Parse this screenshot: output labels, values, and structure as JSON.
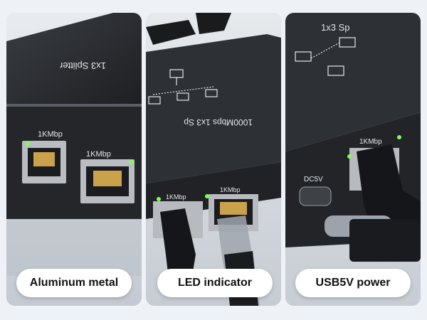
{
  "panels": [
    {
      "caption": "Aluminum metal",
      "port_labels": [
        "1KMbp",
        "1KMbp"
      ],
      "device_label": "1x3 Splitter"
    },
    {
      "caption": "LED indicator",
      "port_labels": [
        "1KMbp",
        "1KMbp"
      ],
      "device_label": "1000Mbps 1x3 Sp"
    },
    {
      "caption": "USB5V power",
      "port_labels": [
        "1KMbp"
      ],
      "device_label": "1x3 Sp",
      "power_label": "DC5V"
    }
  ],
  "colors": {
    "device_body": "#2b2d31",
    "led_green": "#7cff5a",
    "port_gold": "#c9a24a",
    "background": "#eef1f5"
  }
}
